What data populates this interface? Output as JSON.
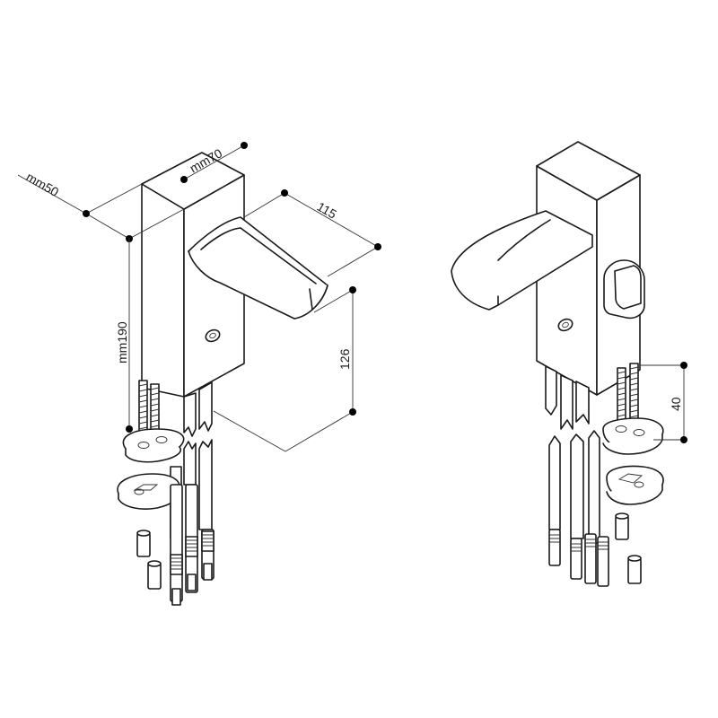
{
  "dimensions": {
    "depth_label": "mm50",
    "width_label": "mm70",
    "height_label": "mm190",
    "handle_length_label": "115",
    "handle_height_label": "126",
    "thread_length_label": "40"
  },
  "colors": {
    "line": "#1a1a1a",
    "dot": "#000000",
    "background": "#ffffff"
  }
}
